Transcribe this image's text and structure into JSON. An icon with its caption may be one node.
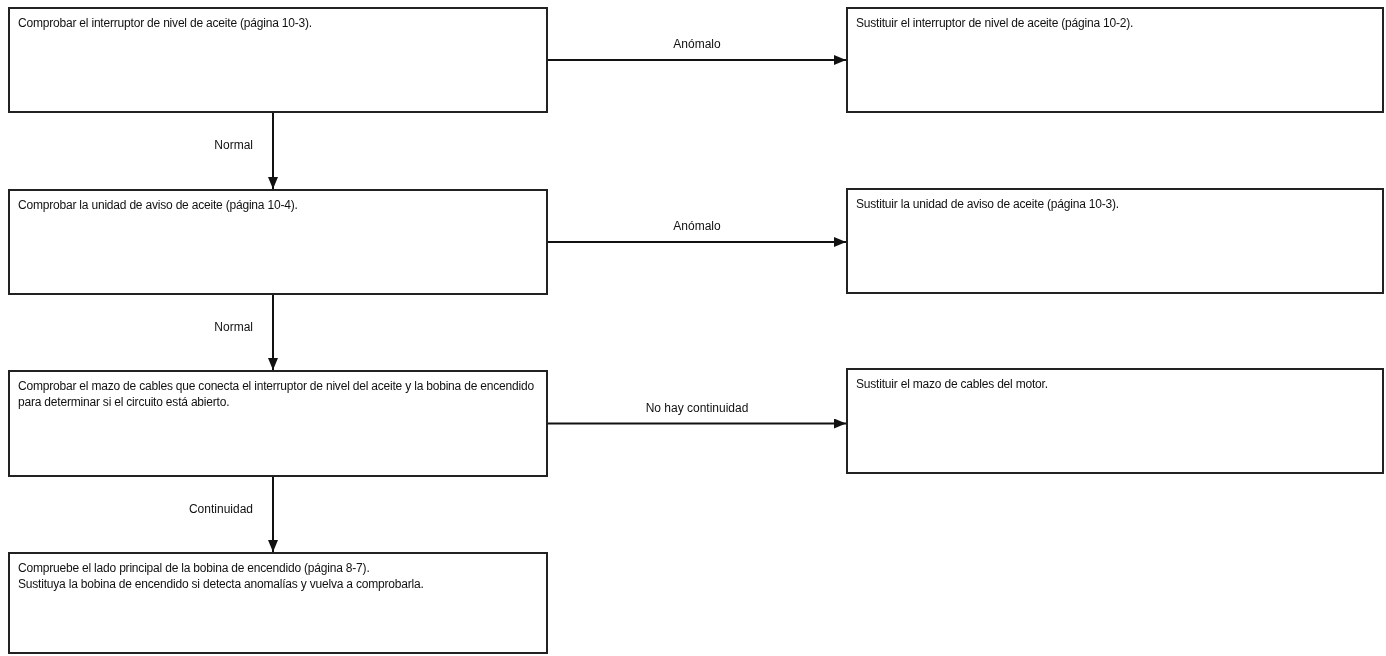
{
  "diagram": {
    "nodes": [
      {
        "text": [
          "Comprobar el interruptor de nivel de aceite (página 10-3)."
        ]
      },
      {
        "text": [
          "Sustituir el interruptor de nivel de aceite (página 10-2)."
        ]
      },
      {
        "text": [
          "Comprobar la unidad de aviso de aceite (página 10-4)."
        ]
      },
      {
        "text": [
          "Sustituir la unidad de aviso de aceite (página 10-3)."
        ]
      },
      {
        "text": [
          "Comprobar el mazo de cables que conecta el interruptor de nivel del aceite y la bobina de encendido para determinar si el circuito está abierto."
        ]
      },
      {
        "text": [
          "Sustituir el mazo de cables del motor."
        ]
      },
      {
        "text": [
          "Compruebe el lado principal de la bobina de encendido (página 8-7).",
          "Sustituya la bobina de encendido si detecta anomalías y vuelva a comprobarla."
        ]
      }
    ],
    "edges": [
      {
        "from": 0,
        "to": 1,
        "arrow": "to",
        "label": "Anómalo"
      },
      {
        "from": 0,
        "to": 2,
        "arrow": "to",
        "label": "Normal"
      },
      {
        "from": 2,
        "to": 3,
        "arrow": "to",
        "label": "Anómalo"
      },
      {
        "from": 2,
        "to": 4,
        "arrow": "to",
        "label": "Normal"
      },
      {
        "from": 4,
        "to": 5,
        "arrow": "to",
        "label": "No hay continuidad"
      },
      {
        "from": 4,
        "to": 6,
        "arrow": "to",
        "label": "Continuidad"
      }
    ]
  }
}
